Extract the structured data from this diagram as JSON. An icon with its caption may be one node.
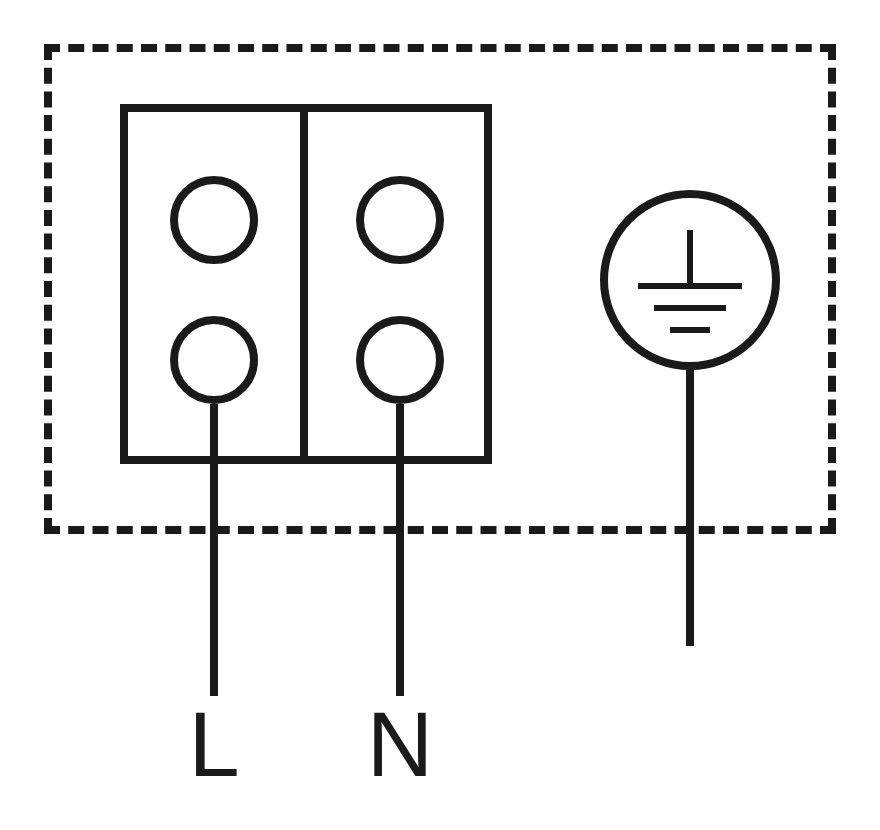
{
  "diagram": {
    "nodes": [
      {
        "text": [],
        "shape": "box"
      },
      {
        "text": [],
        "shape": "box",
        "in": 0
      },
      {
        "text": [],
        "shape": "circle",
        "in": 1
      },
      {
        "text": [],
        "shape": "circle",
        "in": 1
      },
      {
        "text": [],
        "shape": "circle",
        "in": 1
      },
      {
        "text": [],
        "shape": "circle",
        "in": 1
      },
      {
        "text": [],
        "shape": "circle",
        "in": 0
      },
      {
        "text": [
          "L"
        ]
      },
      {
        "text": [
          "N"
        ]
      }
    ],
    "edges": [
      {
        "from": 4,
        "to": 7,
        "arrow": "none"
      },
      {
        "from": 5,
        "to": 8,
        "arrow": "none"
      },
      {
        "from": 6,
        "to": null,
        "arrow": "none"
      }
    ]
  }
}
